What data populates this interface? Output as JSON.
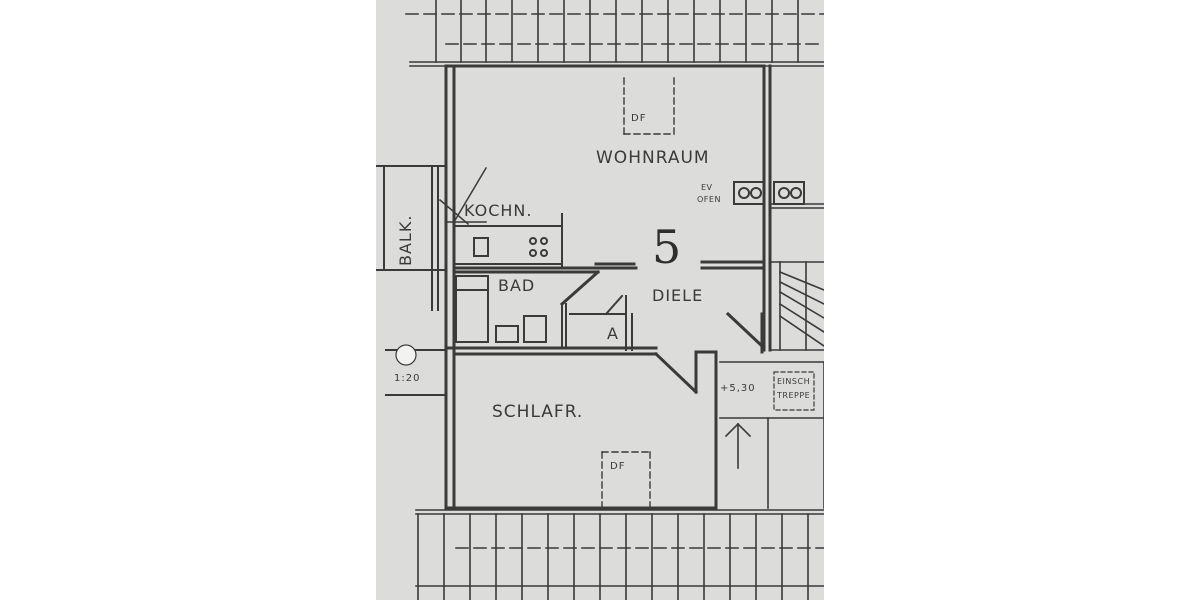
{
  "labels": {
    "wohnraum": "WOHNRAUM",
    "kochn": "KOCHN.",
    "bad": "BAD",
    "diele": "DIELE",
    "schlafr": "SCHLAFR.",
    "unit_number": "5",
    "df_top": "DF",
    "df_bottom": "DF",
    "ofen_line1": "EV",
    "ofen_line2": "OFEN",
    "balk": "BALK.",
    "scale": "1:20",
    "height": "+5,30",
    "einsch_line1": "EINSCH",
    "einsch_line2": "TREPPE",
    "a_mark": "A"
  },
  "colors": {
    "paper": "#dcdcda",
    "ink": "#3a3a3a"
  }
}
